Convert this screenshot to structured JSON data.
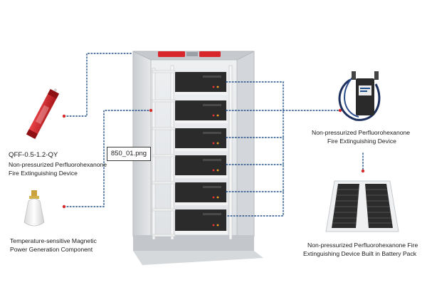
{
  "labels": {
    "left_device": {
      "code": "QFF-0.5-1.2-QY",
      "line1": "Non-pressurized Perfluorohexanone",
      "line2": "Fire Extinguishing Device"
    },
    "left_component": {
      "line1": "Temperature-sensitive Magnetic",
      "line2": "Power Generation Component"
    },
    "right_device": {
      "line1": "Non-pressurized Perfluorohexanone",
      "line2": "Fire Extinguishing Device"
    },
    "right_pack": {
      "line1": "Non-pressurized Perfluorohexanone Fire",
      "line2": "Extinguishing Device Built in Battery Pack"
    }
  },
  "file_tag": "850_01.png",
  "colors": {
    "connector": "#1f4f8a",
    "marker": "#d62b2b",
    "extinguisher_red": "#d8242b",
    "cabinet_gray": "#d9dbdd",
    "module_dark": "#2b2b2b"
  },
  "icons": {
    "left_device": "red-cylinder-extinguisher-icon",
    "left_component": "white-thermal-bulb-icon",
    "right_device": "coiled-cable-device-icon",
    "right_pack": "battery-pack-tray-icon"
  }
}
